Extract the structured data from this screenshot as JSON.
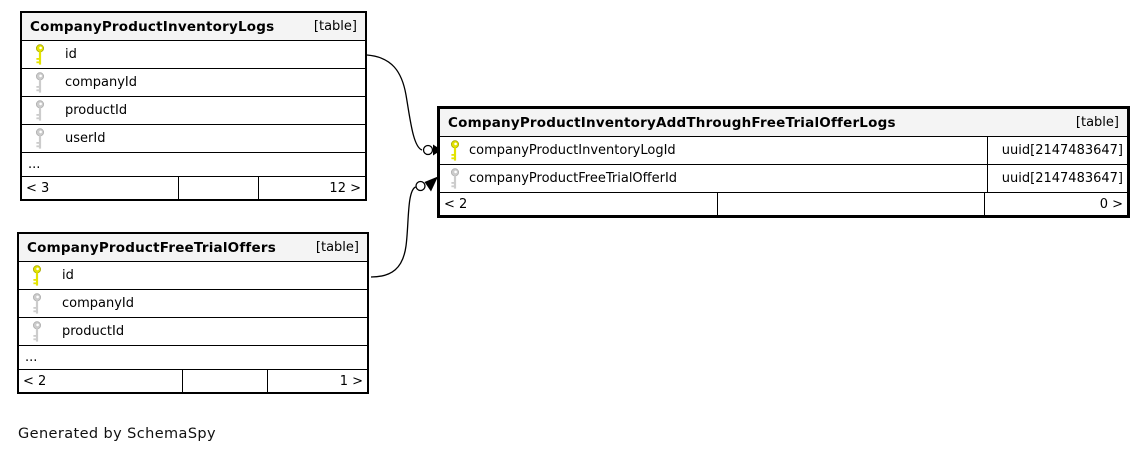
{
  "canvas": {
    "generated_by": "Generated by SchemaSpy"
  },
  "colors": {
    "primary_key_icon": "#e3e300",
    "foreign_key_icon": "#cccccc",
    "header_background": "#f4f4f4",
    "border": "#000000",
    "background": "#ffffff"
  },
  "tables": [
    {
      "name": "CompanyProductInventoryLogs",
      "tag": "[table]",
      "columns": [
        {
          "name": "id",
          "key": "primary"
        },
        {
          "name": "companyId",
          "key": "foreign"
        },
        {
          "name": "productId",
          "key": "foreign"
        },
        {
          "name": "userId",
          "key": "foreign"
        }
      ],
      "ellipsis": "...",
      "footer": {
        "left": "< 3",
        "right": "12 >"
      }
    },
    {
      "name": "CompanyProductFreeTrialOffers",
      "tag": "[table]",
      "columns": [
        {
          "name": "id",
          "key": "primary"
        },
        {
          "name": "companyId",
          "key": "foreign"
        },
        {
          "name": "productId",
          "key": "foreign"
        }
      ],
      "ellipsis": "...",
      "footer": {
        "left": "< 2",
        "right": "1 >"
      }
    },
    {
      "name": "CompanyProductInventoryAddThroughFreeTrialOfferLogs",
      "tag": "[table]",
      "columns": [
        {
          "name": "companyProductInventoryLogId",
          "key": "primary",
          "type": "uuid[2147483647]"
        },
        {
          "name": "companyProductFreeTrialOfferId",
          "key": "foreign",
          "type": "uuid[2147483647]"
        }
      ],
      "footer": {
        "left": "< 2",
        "right": "0 >"
      }
    }
  ]
}
